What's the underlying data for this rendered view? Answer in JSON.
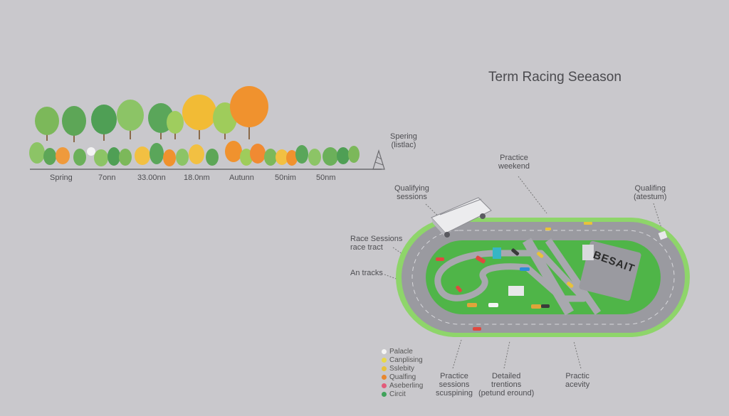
{
  "title": "Term Racing Seeason",
  "timeline": {
    "labels": [
      "Spring",
      "7onn",
      "33.00nn",
      "18.0nm",
      "Autunn",
      "50nim",
      "50nm"
    ],
    "end_label": "Spering\n(listlac)"
  },
  "callouts": {
    "practice_weekend": "Practice\nweekend",
    "qualifying_sessions": "Qualifying\nsessions",
    "qualifying_right": "Qualifing\n(atestum)",
    "race_sessions": "Race Sessions\nrace tract",
    "an_tracks": "An tracks",
    "practice_sessions": "Practice\nsessions\nscuspining",
    "detailed": "Detailed\ntrentions\n(petund eround)",
    "practic_acevity": "Practic\nacevity"
  },
  "infield_sign": "BESAIT",
  "legend": [
    {
      "label": "Palacle",
      "color": "#f4f4f4"
    },
    {
      "label": "Canplising",
      "color": "#e8d84a"
    },
    {
      "label": "Sslebity",
      "color": "#e8c23a"
    },
    {
      "label": "Qualfing",
      "color": "#e8872f"
    },
    {
      "label": "Aseberling",
      "color": "#e25b7a"
    },
    {
      "label": "Circit",
      "color": "#3fa25a"
    }
  ],
  "colors": {
    "background": "#c9c8cc",
    "track": "#9a9aa0",
    "infield": "#4fb548",
    "track_border": "#8ed56a"
  }
}
